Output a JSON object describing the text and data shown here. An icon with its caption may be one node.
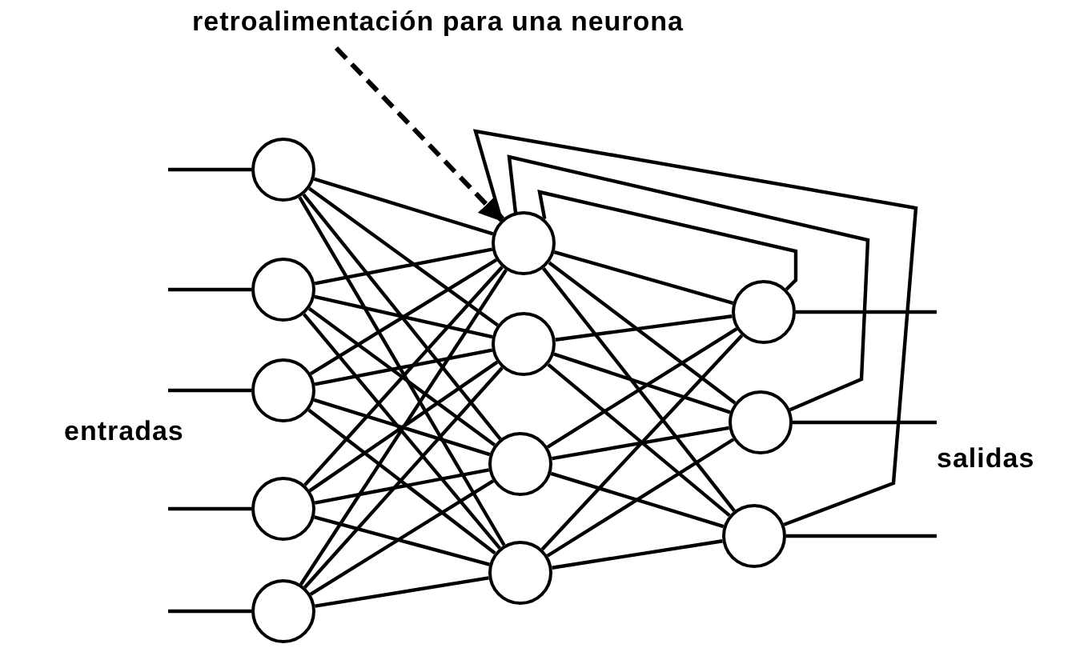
{
  "diagram": {
    "nodes": [
      {
        "text": [
          "retroalimentación para una neurona"
        ]
      },
      {
        "text": [],
        "shape": "circle"
      },
      {
        "text": [],
        "shape": "circle"
      },
      {
        "text": [],
        "shape": "circle"
      },
      {
        "text": [],
        "shape": "circle"
      },
      {
        "text": [],
        "shape": "circle"
      },
      {
        "text": [],
        "shape": "circle"
      },
      {
        "text": [],
        "shape": "circle"
      },
      {
        "text": [],
        "shape": "circle"
      },
      {
        "text": [],
        "shape": "circle"
      },
      {
        "text": [],
        "shape": "circle"
      },
      {
        "text": [],
        "shape": "circle"
      },
      {
        "text": [],
        "shape": "circle"
      }
    ],
    "edges": [
      {
        "from": 0,
        "to": 6,
        "arrow": "to",
        "style": "dashed"
      },
      {
        "from": null,
        "to": 1,
        "arrow": "none"
      },
      {
        "from": null,
        "to": 2,
        "arrow": "none"
      },
      {
        "from": null,
        "to": 3,
        "arrow": "none"
      },
      {
        "from": null,
        "to": 4,
        "arrow": "none"
      },
      {
        "from": null,
        "to": 5,
        "arrow": "none"
      },
      {
        "from": 1,
        "to": 6,
        "arrow": "none"
      },
      {
        "from": 1,
        "to": 7,
        "arrow": "none"
      },
      {
        "from": 1,
        "to": 8,
        "arrow": "none"
      },
      {
        "from": 1,
        "to": 9,
        "arrow": "none"
      },
      {
        "from": 2,
        "to": 6,
        "arrow": "none"
      },
      {
        "from": 2,
        "to": 7,
        "arrow": "none"
      },
      {
        "from": 2,
        "to": 8,
        "arrow": "none"
      },
      {
        "from": 2,
        "to": 9,
        "arrow": "none"
      },
      {
        "from": 3,
        "to": 6,
        "arrow": "none"
      },
      {
        "from": 3,
        "to": 7,
        "arrow": "none"
      },
      {
        "from": 3,
        "to": 8,
        "arrow": "none"
      },
      {
        "from": 3,
        "to": 9,
        "arrow": "none"
      },
      {
        "from": 4,
        "to": 6,
        "arrow": "none"
      },
      {
        "from": 4,
        "to": 7,
        "arrow": "none"
      },
      {
        "from": 4,
        "to": 8,
        "arrow": "none"
      },
      {
        "from": 4,
        "to": 9,
        "arrow": "none"
      },
      {
        "from": 5,
        "to": 6,
        "arrow": "none"
      },
      {
        "from": 5,
        "to": 7,
        "arrow": "none"
      },
      {
        "from": 5,
        "to": 8,
        "arrow": "none"
      },
      {
        "from": 5,
        "to": 9,
        "arrow": "none"
      },
      {
        "from": 6,
        "to": 10,
        "arrow": "none"
      },
      {
        "from": 6,
        "to": 11,
        "arrow": "none"
      },
      {
        "from": 6,
        "to": 12,
        "arrow": "none"
      },
      {
        "from": 7,
        "to": 10,
        "arrow": "none"
      },
      {
        "from": 7,
        "to": 11,
        "arrow": "none"
      },
      {
        "from": 7,
        "to": 12,
        "arrow": "none"
      },
      {
        "from": 8,
        "to": 10,
        "arrow": "none"
      },
      {
        "from": 8,
        "to": 11,
        "arrow": "none"
      },
      {
        "from": 8,
        "to": 12,
        "arrow": "none"
      },
      {
        "from": 9,
        "to": 10,
        "arrow": "none"
      },
      {
        "from": 9,
        "to": 11,
        "arrow": "none"
      },
      {
        "from": 9,
        "to": 12,
        "arrow": "none"
      },
      {
        "from": 10,
        "to": null,
        "arrow": "none"
      },
      {
        "from": 11,
        "to": null,
        "arrow": "none"
      },
      {
        "from": 12,
        "to": null,
        "arrow": "none"
      },
      {
        "from": 10,
        "to": 6,
        "arrow": "none"
      },
      {
        "from": 11,
        "to": 6,
        "arrow": "none"
      },
      {
        "from": 12,
        "to": 6,
        "arrow": "none"
      }
    ],
    "labels": [
      "entradas",
      "salidas"
    ]
  }
}
